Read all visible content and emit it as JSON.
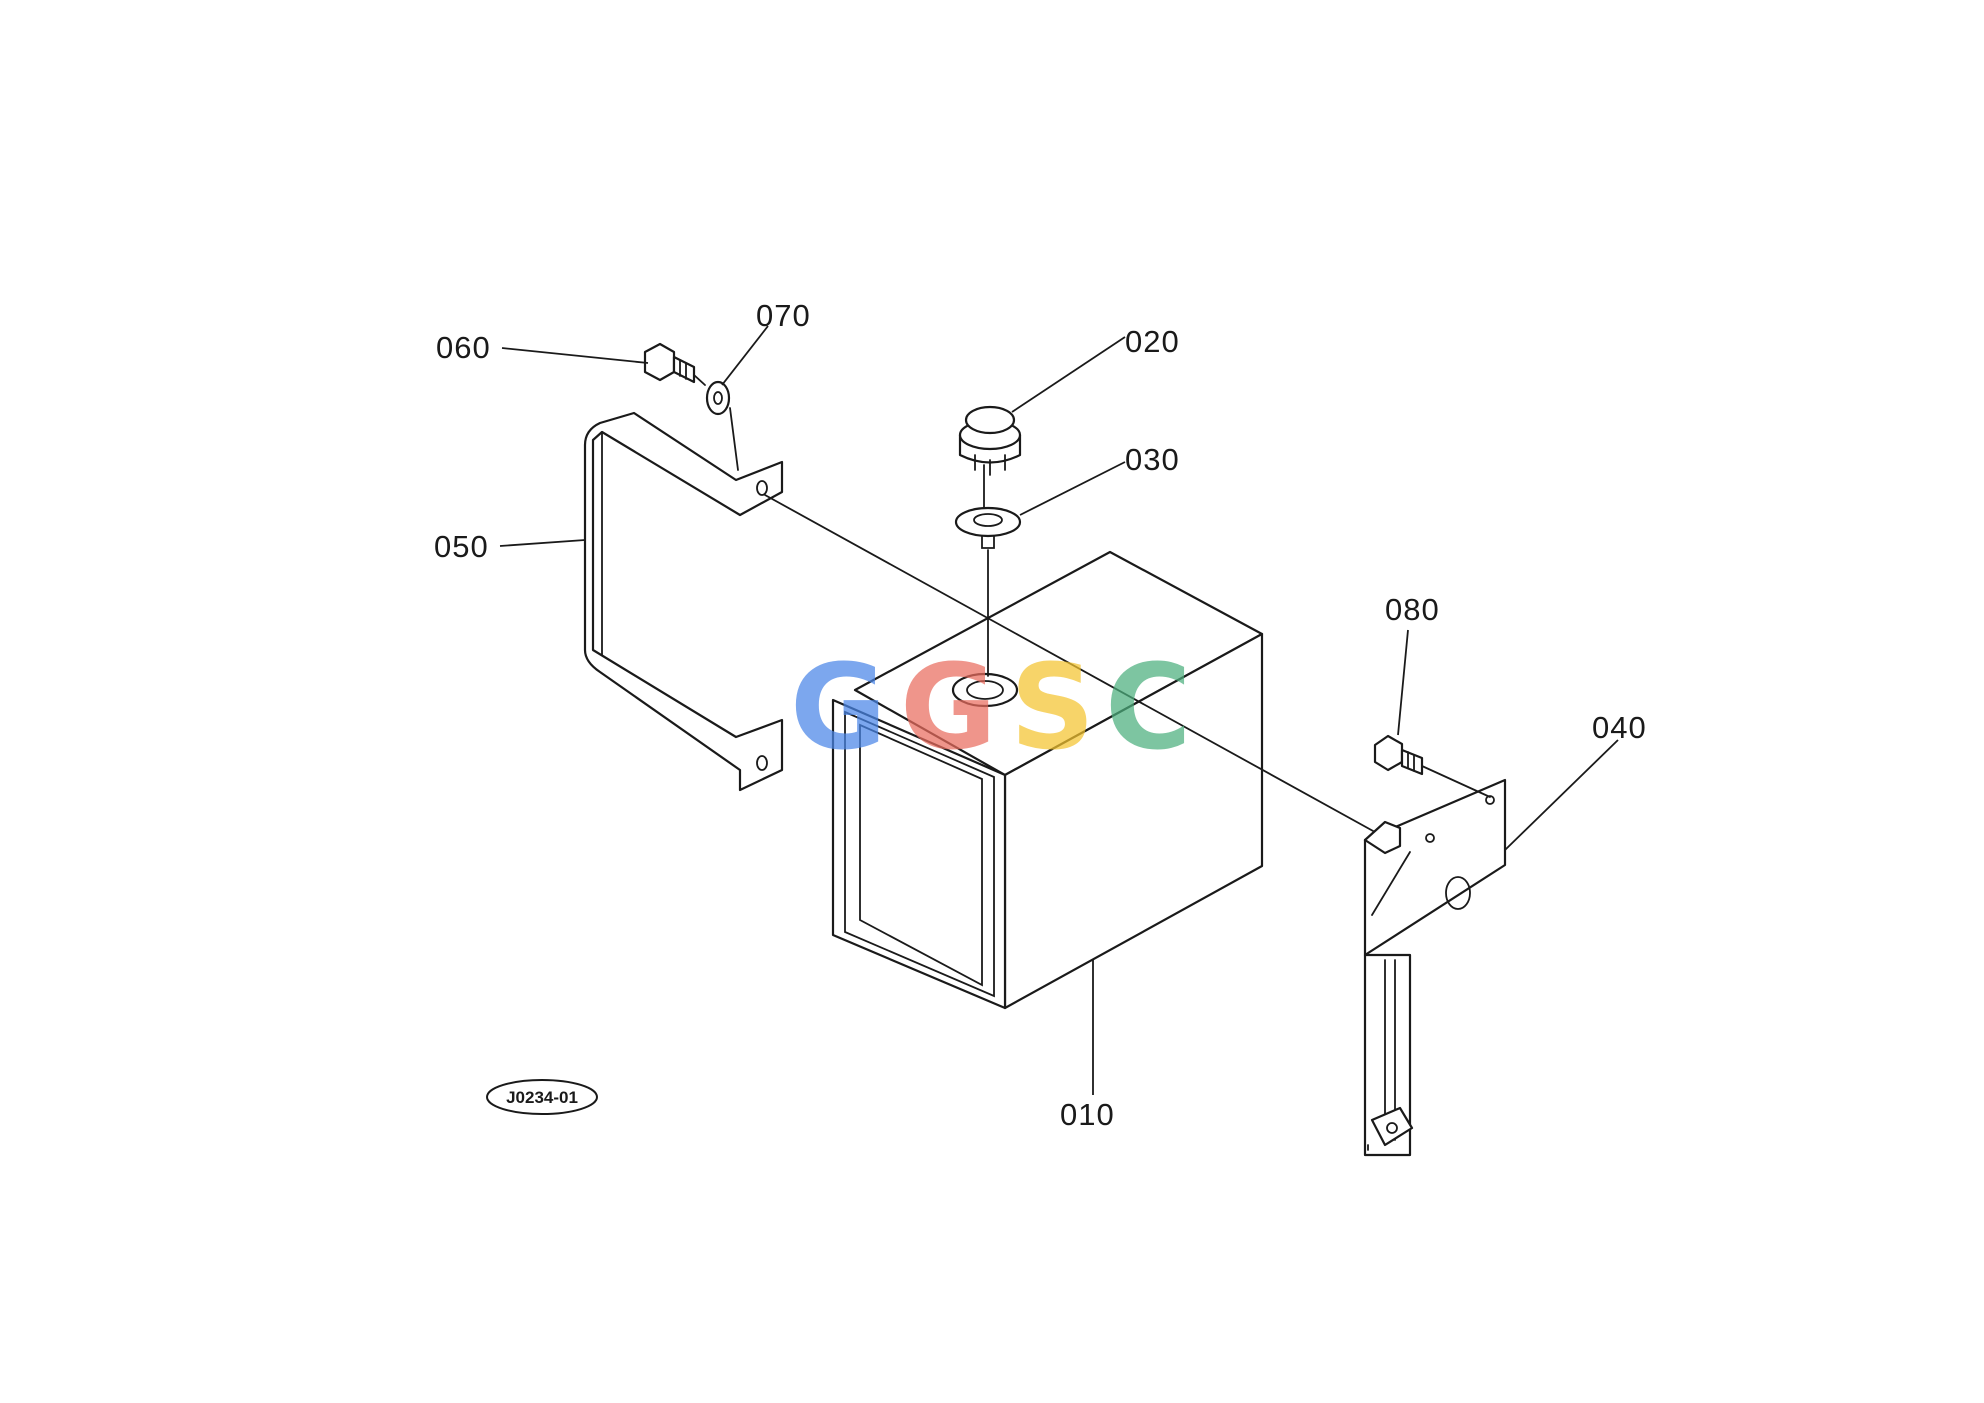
{
  "diagram": {
    "callouts": {
      "c010": "010",
      "c020": "020",
      "c030": "030",
      "c040": "040",
      "c050": "050",
      "c060": "060",
      "c070": "070",
      "c080": "080"
    },
    "reference_code": "J0234-01"
  },
  "watermark": {
    "letters": [
      "G",
      "G",
      "S",
      "C"
    ],
    "colors": [
      "#4a86e8",
      "#ea6d5f",
      "#f4c430",
      "#4caf7d"
    ]
  }
}
